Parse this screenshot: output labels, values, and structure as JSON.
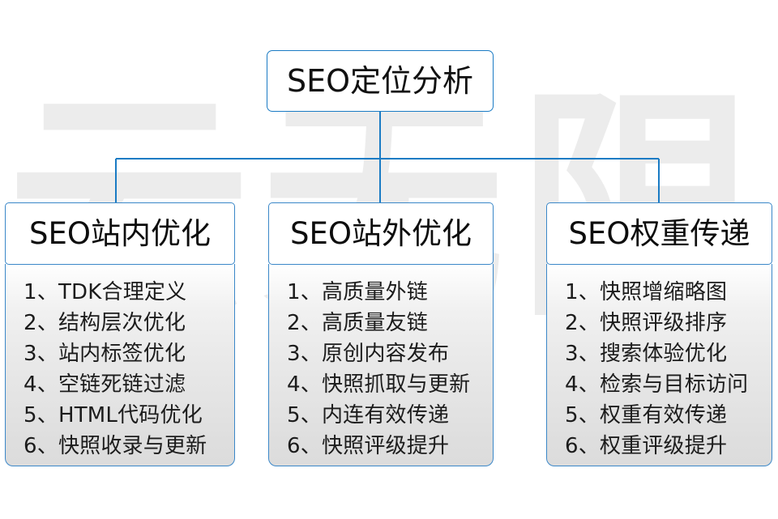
{
  "root": {
    "title": "SEO定位分析"
  },
  "watermark": {
    "text": "云无限",
    "color": "#ececec"
  },
  "theme": {
    "line_color": "#1a7bc4",
    "border_color": "#3a87c8",
    "text_color": "#111111",
    "body_background_top": "#ffffff",
    "body_background_bottom": "#dcdcdc"
  },
  "columns": [
    {
      "title": "SEO站内优化",
      "items": [
        "1、TDK合理定义",
        "2、结构层次优化",
        "3、站内标签优化",
        "4、空链死链过滤",
        "5、HTML代码优化",
        "6、快照收录与更新"
      ]
    },
    {
      "title": "SEO站外优化",
      "items": [
        "1、高质量外链",
        "2、高质量友链",
        "3、原创内容发布",
        "4、快照抓取与更新",
        "5、内连有效传递",
        "6、快照评级提升"
      ]
    },
    {
      "title": "SEO权重传递",
      "items": [
        "1、快照增缩略图",
        "2、快照评级排序",
        "3、搜索体验优化",
        "4、检索与目标访问",
        "5、权重有效传递",
        "6、权重评级提升"
      ]
    }
  ]
}
